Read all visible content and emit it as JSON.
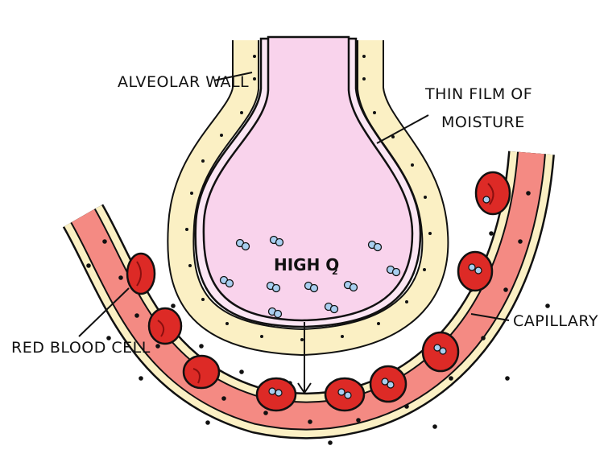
{
  "labels": {
    "alveolar_wall": "ALVEOLAR WALL",
    "thin_film_line1": "THIN FILM OF",
    "thin_film_line2": "MOISTURE",
    "capillary": "CAPILLARY",
    "red_blood_cell": "RED BLOOD CELL",
    "high_o2_main": "HIGH O",
    "high_o2_sub": "2"
  },
  "colors": {
    "alveolus_fill": "#f9d3ec",
    "moisture_film": "#fbe6f4",
    "epithelial_cell": "#fbf0c4",
    "capillary_fill": "#f48a83",
    "red_blood_cell": "#dd2a26",
    "rbc_inner": "#c11b1b",
    "oxygen": "#a9cff0",
    "outline": "#111111"
  }
}
